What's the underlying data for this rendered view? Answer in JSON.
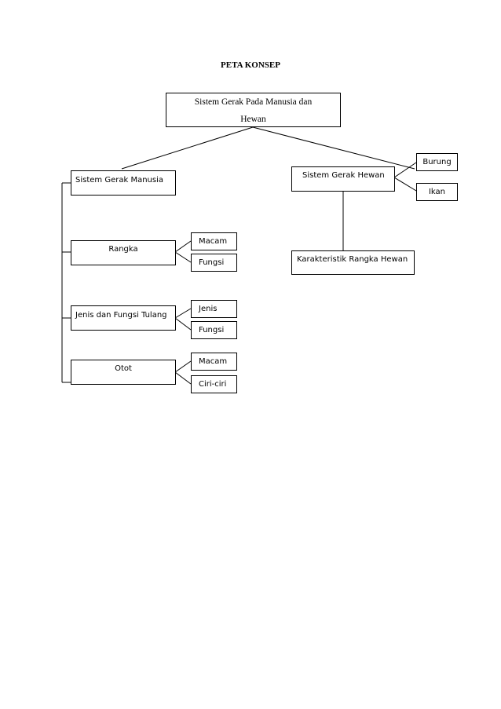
{
  "title": "PETA KONSEP",
  "root": {
    "line1": "Sistem  Gerak Pada Manusia  dan",
    "line2": "Hewan"
  },
  "left": {
    "main": "Sistem Gerak Manusia",
    "items": [
      {
        "label": "Rangka",
        "children": [
          "Macam",
          "Fungsi"
        ]
      },
      {
        "label": "Jenis dan Fungsi Tulang",
        "children": [
          "Jenis",
          "Fungsi"
        ]
      },
      {
        "label": "Otot",
        "children": [
          "Macam",
          "Ciri-ciri"
        ]
      }
    ]
  },
  "right": {
    "main": "Sistem Gerak Hewan",
    "children": [
      "Burung",
      "Ikan"
    ],
    "sub": "Karakteristik Rangka Hewan"
  }
}
